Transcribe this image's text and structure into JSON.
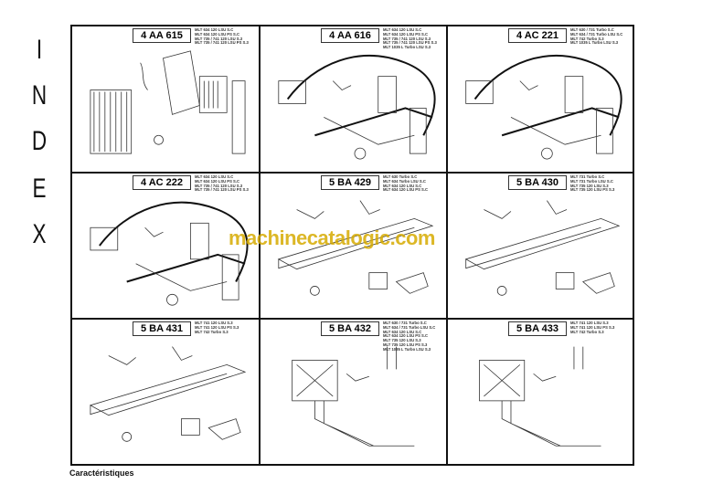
{
  "side_title": [
    "I",
    "N",
    "D",
    "E",
    "X"
  ],
  "cells": [
    {
      "code": "4 AA 615",
      "models": [
        "MLT 634 120 LSU S.C",
        "MLT 634 120 LSU PS S.C",
        "MLT 735 / 741 120 LSU S.3",
        "MLT 735 / 741 120 LSU PS S.3"
      ],
      "kind": "radiator"
    },
    {
      "code": "4 AA 616",
      "models": [
        "MLT 634 120 LSU S.C",
        "MLT 634 120 LSU PS S.C",
        "MLT 735 / 741 120 LSU S.3",
        "MLT 735 / 741 120 LSU PS S.3",
        "MLT 1035 L Turbo LSU S.3"
      ],
      "kind": "harness"
    },
    {
      "code": "4 AC 221",
      "models": [
        "MLT 630 / 731 Turbo S.C",
        "MLT 634 / 731 Turbo LSU S.C",
        "MLT 742 Turbo S.3",
        "MLT 1035 L Turbo LSU S.3"
      ],
      "kind": "harness"
    },
    {
      "code": "4 AC 222",
      "models": [
        "MLT 634 120 LSU S.C",
        "MLT 634 120 LSU PS S.C",
        "MLT 735 / 741 120 LSU S.3",
        "MLT 735 / 741 120 LSU PS S.3"
      ],
      "kind": "harness"
    },
    {
      "code": "5 BA 429",
      "models": [
        "MLT 630 Turbo S.C",
        "MLT 634 Turbo LSU S.C",
        "MLT 634 120 LSU S.C",
        "MLT 634 120 LSU PS S.C"
      ],
      "kind": "boom"
    },
    {
      "code": "5 BA 430",
      "models": [
        "MLT 731 Turbo S.C",
        "MLT 731 Turbo LSU S.C",
        "MLT 735 120 LSU S.3",
        "MLT 735 120 LSU PS S.3"
      ],
      "kind": "boom"
    },
    {
      "code": "5 BA 431",
      "models": [
        "MLT 741 120 LSU S.3",
        "MLT 741 120 LSU PS S.3",
        "MLT 742 Turbo S.3"
      ],
      "kind": "boom"
    },
    {
      "code": "5 BA 432",
      "models": [
        "MLT 630 / 731 Turbo S.C",
        "MLT 634 / 731 Turbo LSU S.C",
        "MLT 634 120 LSU S.C",
        "MLT 634 120 LSU PS S.C",
        "MLT 735 120 LSU S.3",
        "MLT 735 120 LSU PS S.3",
        "MLT 1035 L Turbo LSU S.3"
      ],
      "kind": "forks"
    },
    {
      "code": "5 BA 433",
      "models": [
        "MLT 741 120 LSU S.3",
        "MLT 741 120 LSU PS S.3",
        "MLT 742 Turbo S.3"
      ],
      "kind": "forks"
    }
  ],
  "watermark": "machinecatalogic.com",
  "footer": "Caractéristiques"
}
